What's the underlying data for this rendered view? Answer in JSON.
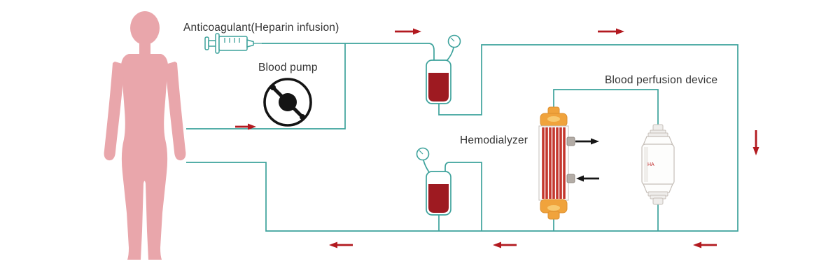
{
  "labels": {
    "anticoagulant": "Anticoagulant(Heparin infusion)",
    "blood_pump": "Blood pump",
    "hemodialyzer": "Hemodialyzer",
    "blood_perfusion_device": "Blood perfusion device"
  },
  "device_text": {
    "perfusion_logo": "HA"
  },
  "colors": {
    "tube": "#3da29c",
    "flow_arrow_red": "#b2191f",
    "flow_arrow_black": "#151515",
    "body": "#e9a6ab",
    "blood": "#9e1a21",
    "dialyzer_stripe": "#c4372e",
    "dialyzer_cap": "#f0a33c",
    "device_outline": "#c6bfb9",
    "label_text": "#333333",
    "pump": "#141414"
  }
}
